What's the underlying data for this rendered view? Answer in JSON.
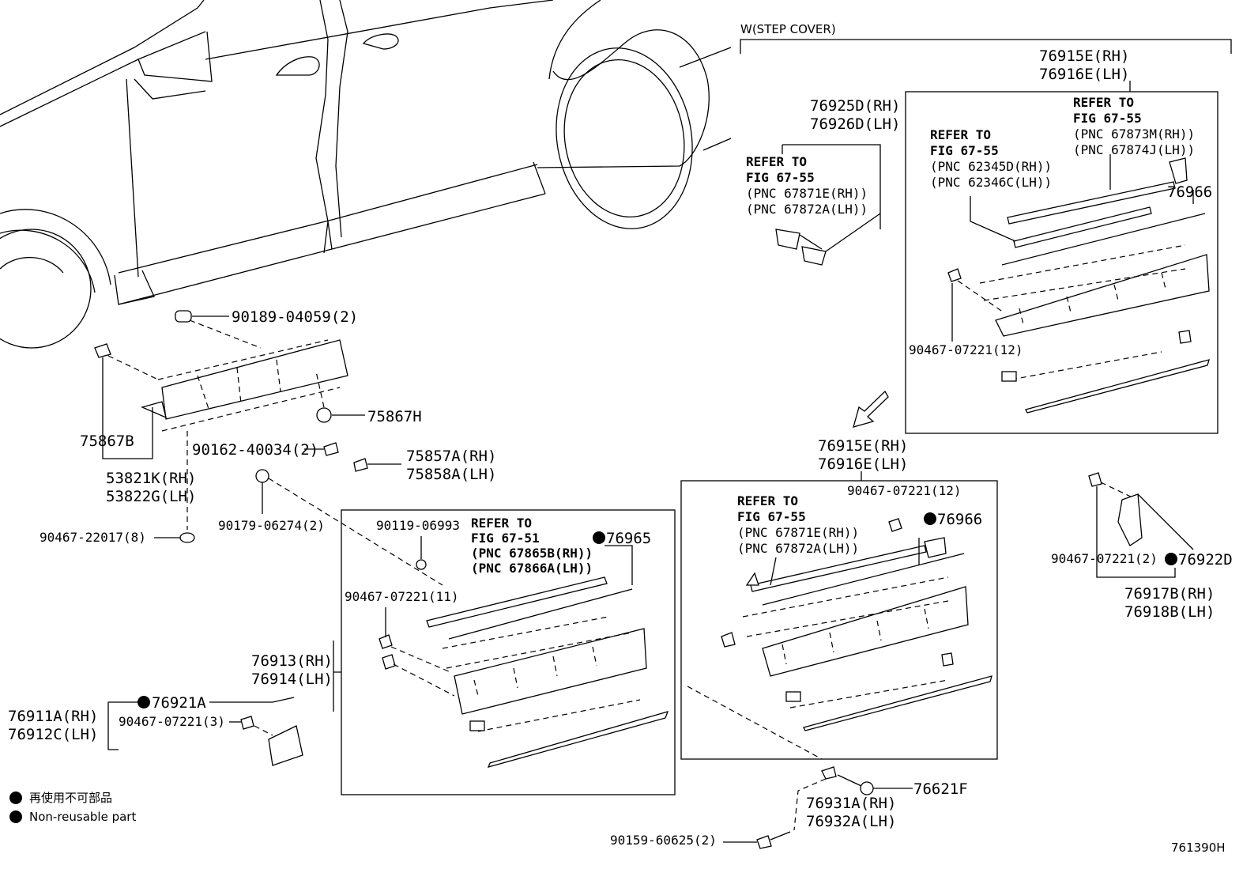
{
  "header": {
    "section_title": "W(STEP COVER)"
  },
  "parts": {
    "p90189": "90189-04059(2)",
    "p75867H": "75867H",
    "p75867B": "75867B",
    "p90162": "90162-40034(2)",
    "p75857A": "75857A(RH)",
    "p75858A": "75858A(LH)",
    "p53821K": "53821K(RH)",
    "p53822G": "53822G(LH)",
    "p90467_22017": "90467-22017(8)",
    "p90179": "90179-06274(2)",
    "p90119": "90119-06993",
    "p76965": "76965",
    "p90467_11": "90467-07221(11)",
    "p76913": "76913(RH)",
    "p76914": "76914(LH)",
    "p76921A": "76921A",
    "p76911A": "76911A(RH)",
    "p76912C": "76912C(LH)",
    "p90467_3": "90467-07221(3)",
    "p76925D": "76925D(RH)",
    "p76926D": "76926D(LH)",
    "p76915E_top": "76915E(RH)",
    "p76916E_top": "76916E(LH)",
    "p76966_top": "76966",
    "p90467_12_top": "90467-07221(12)",
    "p76915E_mid": "76915E(RH)",
    "p76916E_mid": "76916E(LH)",
    "p90467_12_mid": "90467-07221(12)",
    "p76966_mid": "76966",
    "p90467_2": "90467-07221(2)",
    "p76922D": "76922D",
    "p76917B": "76917B(RH)",
    "p76918B": "76918B(LH)",
    "p76931A": "76931A(RH)",
    "p76932A": "76932A(LH)",
    "p76621F": "76621F",
    "p90159": "90159-60625(2)"
  },
  "refs": {
    "ref_a": [
      "REFER TO",
      "FIG 67-55",
      "(PNC 67871E(RH))",
      "(PNC 67872A(LH))"
    ],
    "ref_b": [
      "REFER TO",
      "FIG 67-55",
      "(PNC 62345D(RH))",
      "(PNC 62346C(LH))"
    ],
    "ref_c": [
      "REFER TO",
      "FIG 67-55",
      "(PNC 67873M(RH))",
      "(PNC 67874J(LH))"
    ],
    "ref_d": [
      "REFER TO",
      "FIG 67-51",
      "(PNC 67865B(RH))",
      "(PNC 67866A(LH))"
    ],
    "ref_e": [
      "REFER TO",
      "FIG 67-55",
      "(PNC 67871E(RH))",
      "(PNC 67872A(LH))"
    ]
  },
  "legend": {
    "jp": "再使用不可部品",
    "en": "Non-reusable part"
  },
  "figure_code": "761390H"
}
